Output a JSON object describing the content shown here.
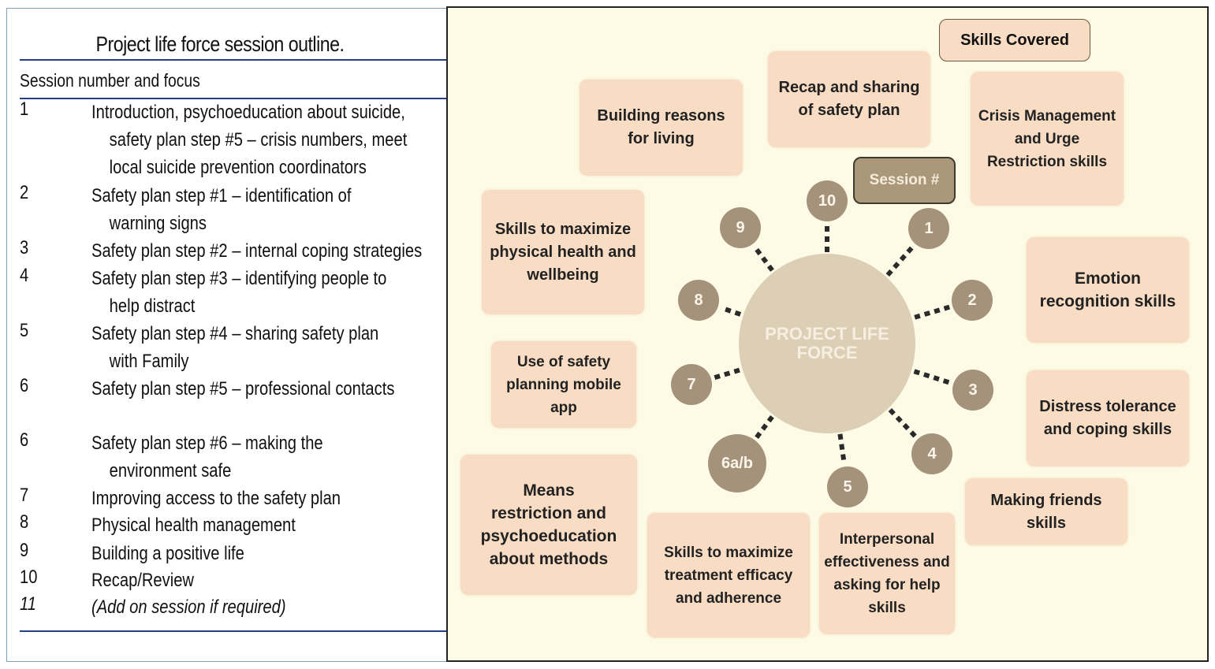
{
  "table": {
    "title": "Project life force session outline.",
    "header": "Session number and focus",
    "rows": [
      {
        "num": "1",
        "lines": [
          "Introduction, psychoeducation about suicide,",
          "safety plan step #5 – crisis numbers, meet",
          "local suicide prevention coordinators"
        ]
      },
      {
        "num": "2",
        "lines": [
          "Safety plan step #1 – identification of",
          "warning signs"
        ]
      },
      {
        "num": "3",
        "lines": [
          "Safety plan step #2 – internal coping strategies"
        ]
      },
      {
        "num": "4",
        "lines": [
          "Safety plan step #3 – identifying people to",
          "help distract"
        ]
      },
      {
        "num": "5",
        "lines": [
          "Safety plan step #4 – sharing safety plan",
          "with Family"
        ]
      },
      {
        "num": "6",
        "lines": [
          "Safety plan step #5 – professional contacts"
        ]
      },
      {
        "num": "6",
        "lines": [
          "Safety plan step #6 – making the",
          "environment safe"
        ]
      },
      {
        "num": "7",
        "lines": [
          "Improving access to the safety plan"
        ]
      },
      {
        "num": "8",
        "lines": [
          "Physical health management"
        ]
      },
      {
        "num": "9",
        "lines": [
          "Building a positive life"
        ]
      },
      {
        "num": "10",
        "lines": [
          "Recap/Review"
        ]
      },
      {
        "num": "11",
        "lines": [
          "(Add on session if required)"
        ],
        "italic": true
      }
    ]
  },
  "diagram": {
    "legend_skills": "Skills Covered",
    "legend_session": "Session #",
    "hub_label": "PROJECT LIFE FORCE",
    "sessions": [
      "1",
      "2",
      "3",
      "4",
      "5",
      "6a/b",
      "7",
      "8",
      "9",
      "10"
    ],
    "skills": [
      {
        "id": "skill-reasons",
        "lines": [
          "Building reasons",
          "for living"
        ]
      },
      {
        "id": "skill-recap",
        "lines": [
          "Recap and sharing",
          "of safety plan"
        ]
      },
      {
        "id": "skill-crisis",
        "lines": [
          "Crisis Management",
          "and Urge",
          "Restriction skills"
        ]
      },
      {
        "id": "skill-physical",
        "lines": [
          "Skills to maximize",
          "physical health and",
          "wellbeing"
        ]
      },
      {
        "id": "skill-emotion",
        "lines": [
          "Emotion",
          "recognition skills"
        ]
      },
      {
        "id": "skill-app",
        "lines": [
          "Use of safety",
          "planning mobile",
          "app"
        ]
      },
      {
        "id": "skill-distress",
        "lines": [
          "Distress tolerance",
          "and coping skills"
        ]
      },
      {
        "id": "skill-means",
        "lines": [
          "Means",
          "restriction and",
          "psychoeducation",
          "about methods"
        ]
      },
      {
        "id": "skill-friends",
        "lines": [
          "Making friends",
          "skills"
        ]
      },
      {
        "id": "skill-treatment",
        "lines": [
          "Skills to maximize",
          "treatment efficacy",
          "and adherence"
        ]
      },
      {
        "id": "skill-interpersonal",
        "lines": [
          "Interpersonal",
          "effectiveness and",
          "asking for help",
          "skills"
        ]
      }
    ]
  }
}
